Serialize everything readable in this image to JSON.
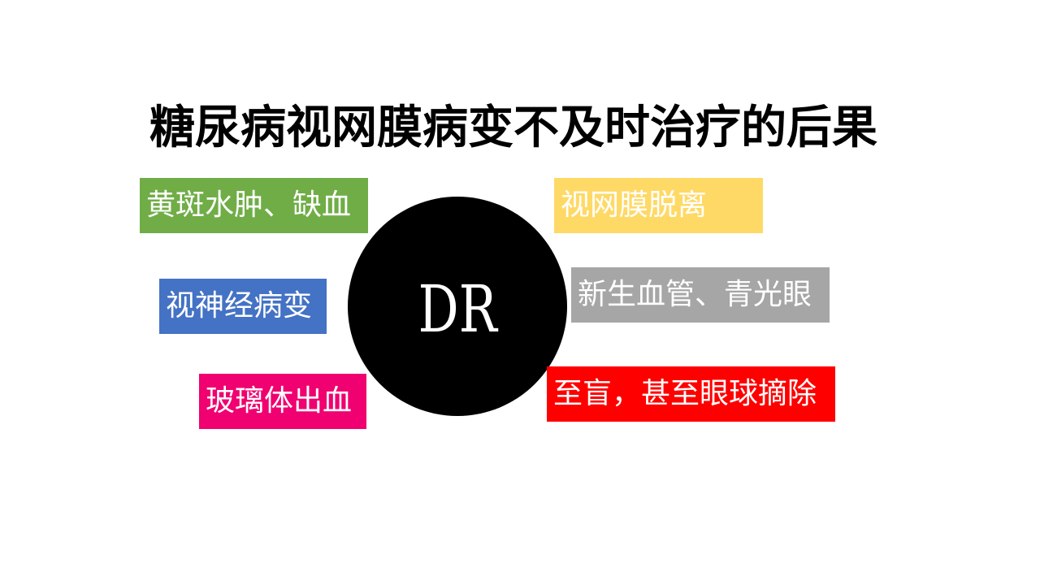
{
  "title": "糖尿病视网膜病变不及时治疗的后果",
  "center": {
    "label": "DR",
    "color": "#000000"
  },
  "consequences": [
    {
      "label": "黄斑水肿、缺血",
      "color": "#70AD47"
    },
    {
      "label": "视神经病变",
      "color": "#4472C4"
    },
    {
      "label": "玻璃体出血",
      "color": "#F00070"
    },
    {
      "label": "视网膜脱离",
      "color": "#FFD966"
    },
    {
      "label": "新生血管、青光眼",
      "color": "#A6A6A6"
    },
    {
      "label": "至盲，甚至眼球摘除",
      "color": "#FF0000"
    }
  ]
}
